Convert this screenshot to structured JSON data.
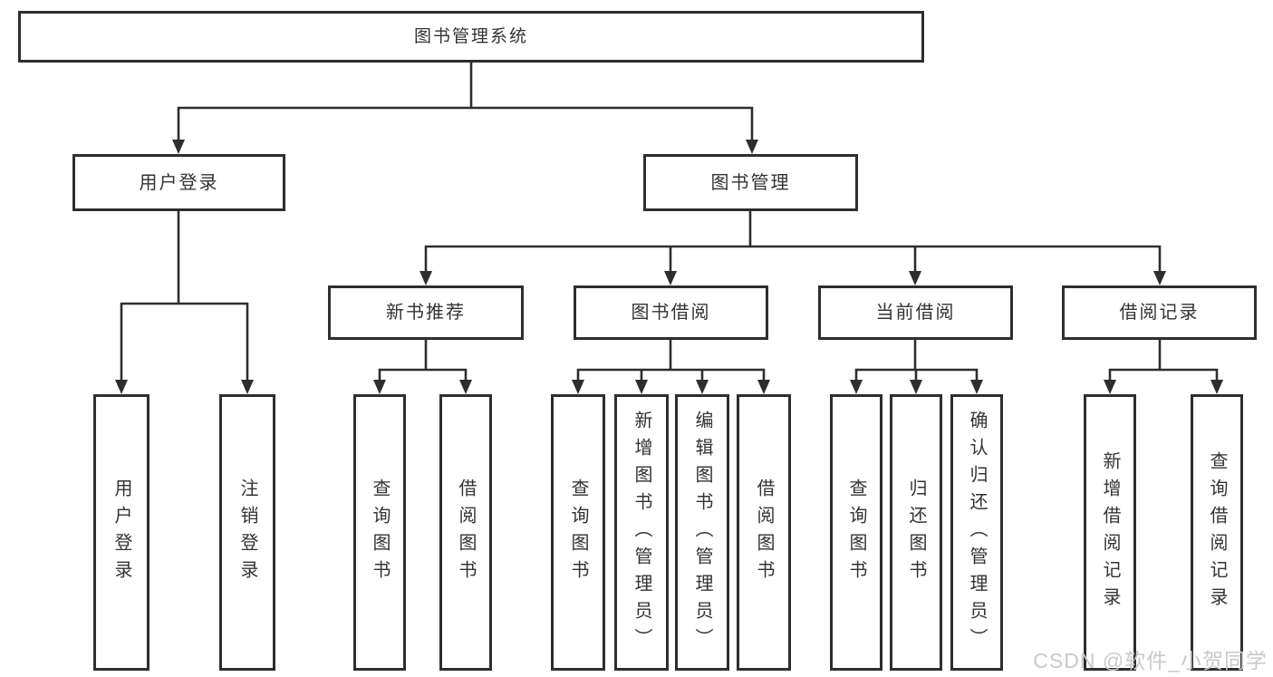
{
  "diagram": {
    "root": "图书管理系统",
    "level2": {
      "user_login": "用户登录",
      "book_mgmt": "图书管理"
    },
    "level3": {
      "new_book_rec": "新书推荐",
      "book_borrow": "图书借阅",
      "current_borrow": "当前借阅",
      "borrow_records": "借阅记录"
    },
    "leaves": {
      "user_login": "用户登录",
      "logout": "注销登录",
      "rec_query_book": "查询图书",
      "rec_borrow_book": "借阅图书",
      "bb_query_book": "查询图书",
      "bb_add_book": "新增图书（管理员）",
      "bb_edit_book": "编辑图书（管理员）",
      "bb_borrow_book": "借阅图书",
      "cb_query_book": "查询图书",
      "cb_return_book": "归还图书",
      "cb_confirm_return": "确认归还（管理员）",
      "br_add_record": "新增借阅记录",
      "br_query_record": "查询借阅记录"
    },
    "colors": {
      "border": "#2e2e2e",
      "line": "#2e2e2e",
      "text": "#333333",
      "watermark": "#c9c9c9"
    }
  },
  "watermark": {
    "text": "CSDN @软件_小贺同学"
  }
}
